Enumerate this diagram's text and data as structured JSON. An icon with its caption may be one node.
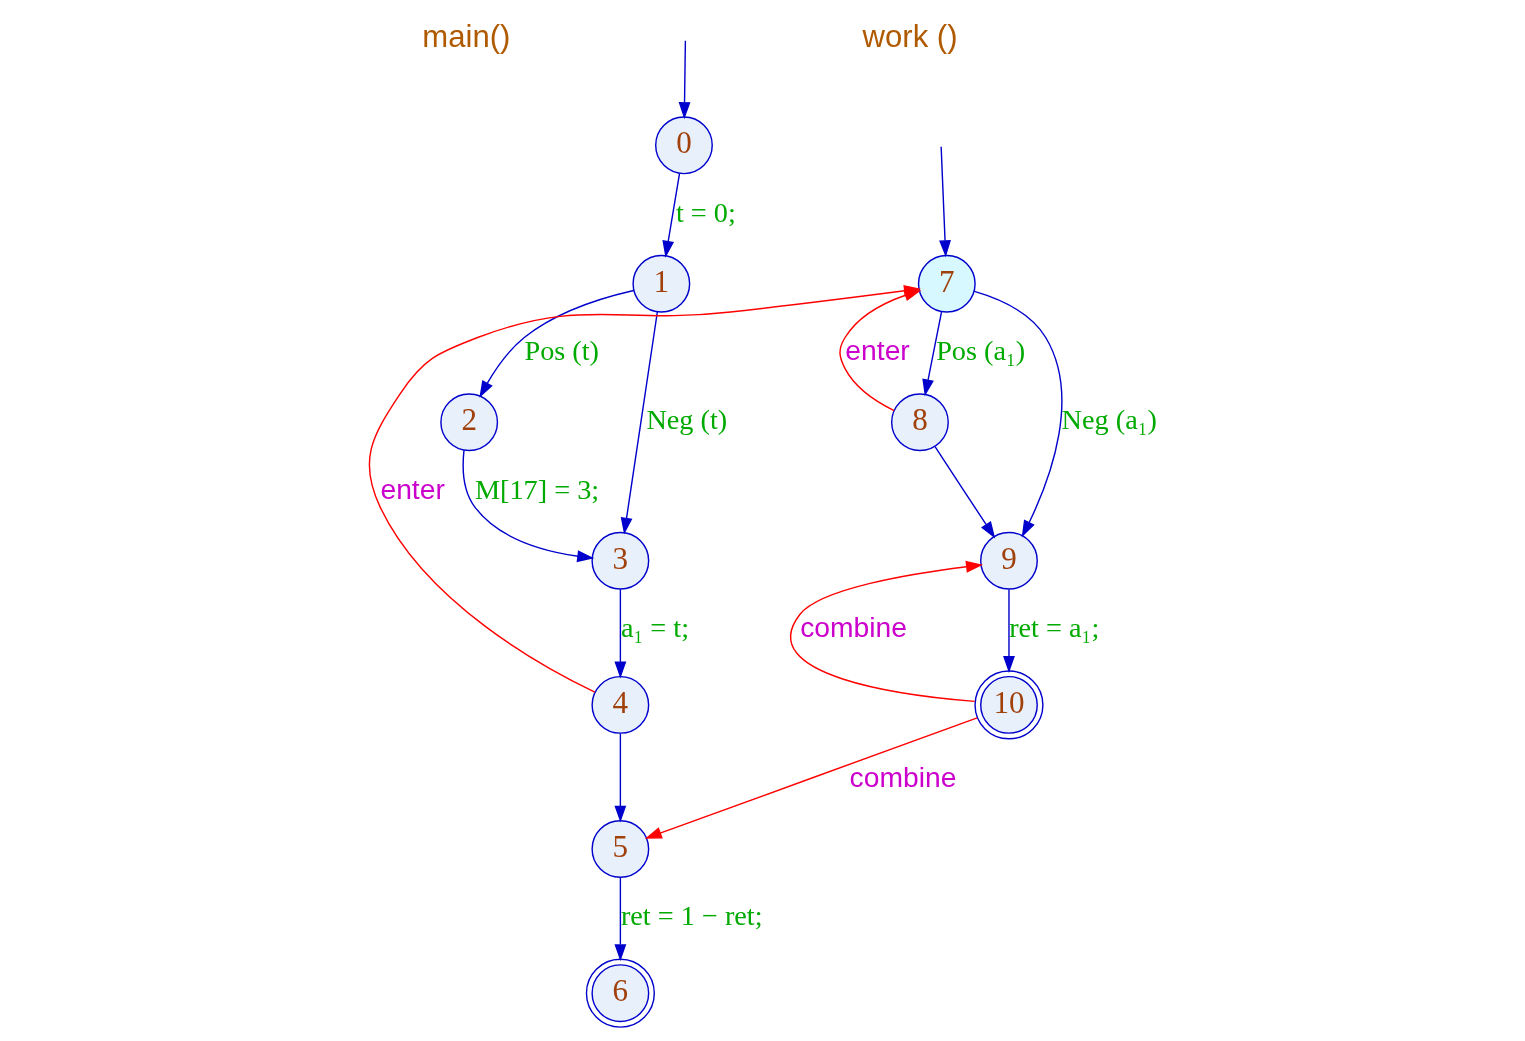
{
  "diagram": {
    "nodes": [
      {
        "text": [
          "0"
        ]
      },
      {
        "text": [
          "1"
        ]
      },
      {
        "text": [
          "2"
        ]
      },
      {
        "text": [
          "3"
        ]
      },
      {
        "text": [
          "4"
        ]
      },
      {
        "text": [
          "5"
        ]
      },
      {
        "text": [
          "6"
        ]
      },
      {
        "text": [
          "7"
        ]
      },
      {
        "text": [
          "8"
        ]
      },
      {
        "text": [
          "9"
        ]
      },
      {
        "text": [
          "10"
        ]
      }
    ],
    "edges": [
      {
        "from": null,
        "to": 0,
        "arrow": "to"
      },
      {
        "from": 0,
        "to": 1,
        "arrow": "to",
        "label": "t = 0;"
      },
      {
        "from": 1,
        "to": 3,
        "arrow": "to",
        "label": "Neg (t)"
      },
      {
        "from": 1,
        "to": 2,
        "arrow": "to",
        "label": "Pos (t)"
      },
      {
        "from": 2,
        "to": 3,
        "arrow": "to",
        "label": "M[17] = 3;"
      },
      {
        "from": 3,
        "to": 4,
        "arrow": "to",
        "label": "a₁ = t;"
      },
      {
        "from": 4,
        "to": 5,
        "arrow": "to"
      },
      {
        "from": 4,
        "to": 7,
        "arrow": "to",
        "label": "enter",
        "color": "#ff0000"
      },
      {
        "from": 10,
        "to": 5,
        "arrow": "to",
        "label": "combine",
        "color": "#ff0000"
      },
      {
        "from": 5,
        "to": 6,
        "arrow": "to",
        "label": "ret = 1 − ret;"
      },
      {
        "from": null,
        "to": 7,
        "arrow": "to"
      },
      {
        "from": 7,
        "to": 9,
        "arrow": "to",
        "label": "Neg (a₁)"
      },
      {
        "from": 7,
        "to": 8,
        "arrow": "to",
        "label": "Pos (a₁)"
      },
      {
        "from": 8,
        "to": 7,
        "arrow": "to",
        "label": "enter",
        "color": "#ff0000"
      },
      {
        "from": 8,
        "to": 9,
        "arrow": "to"
      },
      {
        "from": 10,
        "to": 9,
        "arrow": "to",
        "label": "combine",
        "color": "#ff0000"
      },
      {
        "from": 9,
        "to": 10,
        "arrow": "to",
        "label": "ret = a₁;"
      }
    ],
    "labels": [
      "main()",
      "work ()"
    ]
  }
}
